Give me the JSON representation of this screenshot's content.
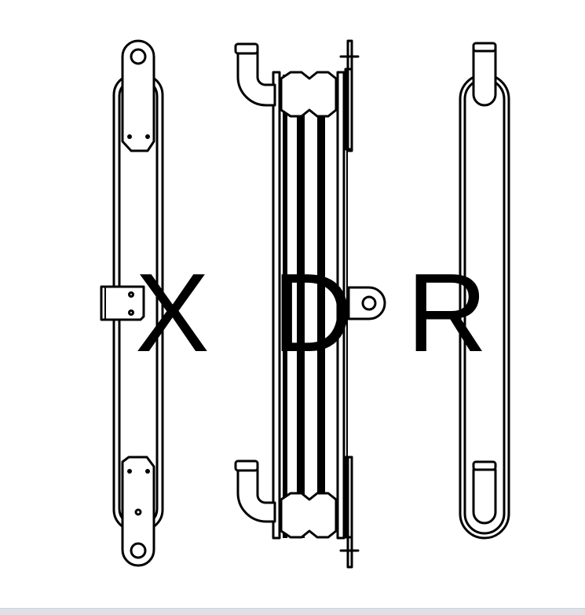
{
  "drawing": {
    "type": "orthographic technical drawing",
    "subject": "oil cooler",
    "views": [
      {
        "id": "X",
        "label": "X",
        "description": "side view with mounting brackets"
      },
      {
        "id": "D",
        "label": "D",
        "description": "front view with hose fittings and core"
      },
      {
        "id": "R",
        "label": "R",
        "description": "opposite side view"
      }
    ],
    "colors": {
      "line": "#000000",
      "background": "#ffffff",
      "bottom_bar": "#dde1e6"
    }
  }
}
